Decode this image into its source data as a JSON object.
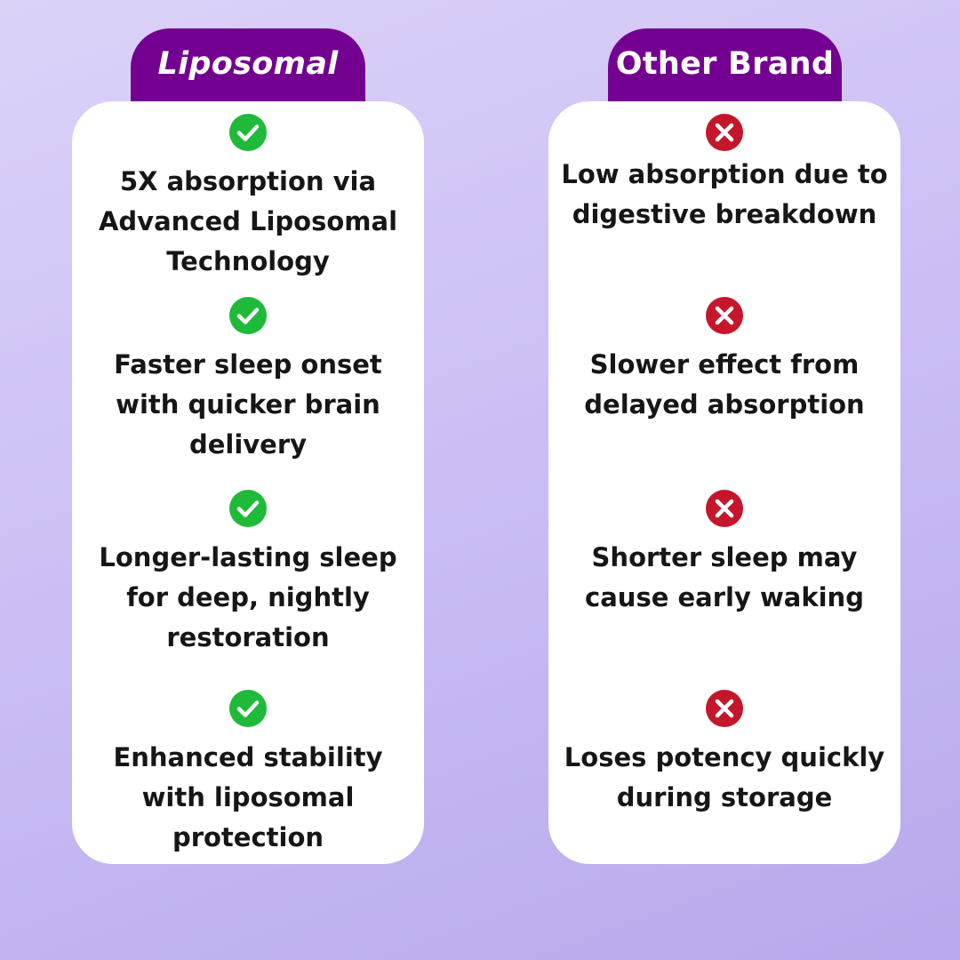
{
  "colors": {
    "tab_purple": "#740092",
    "check_green": "#1fba3a",
    "cross_red": "#c6162c",
    "text": "#161616",
    "card": "#ffffff"
  },
  "left": {
    "title": "Liposomal",
    "icon": "check-circle-icon",
    "items": [
      "5X absorption via Advanced Liposomal Technology",
      "Faster sleep onset with quicker brain delivery",
      "Longer-lasting sleep for deep, nightly restoration",
      "Enhanced stability with liposomal protection"
    ]
  },
  "right": {
    "title": "Other Brand",
    "icon": "cross-circle-icon",
    "items": [
      "Low absorption due to digestive breakdown",
      "Slower effect from delayed absorption",
      "Shorter sleep may cause early waking",
      "Loses potency quickly during storage"
    ]
  }
}
